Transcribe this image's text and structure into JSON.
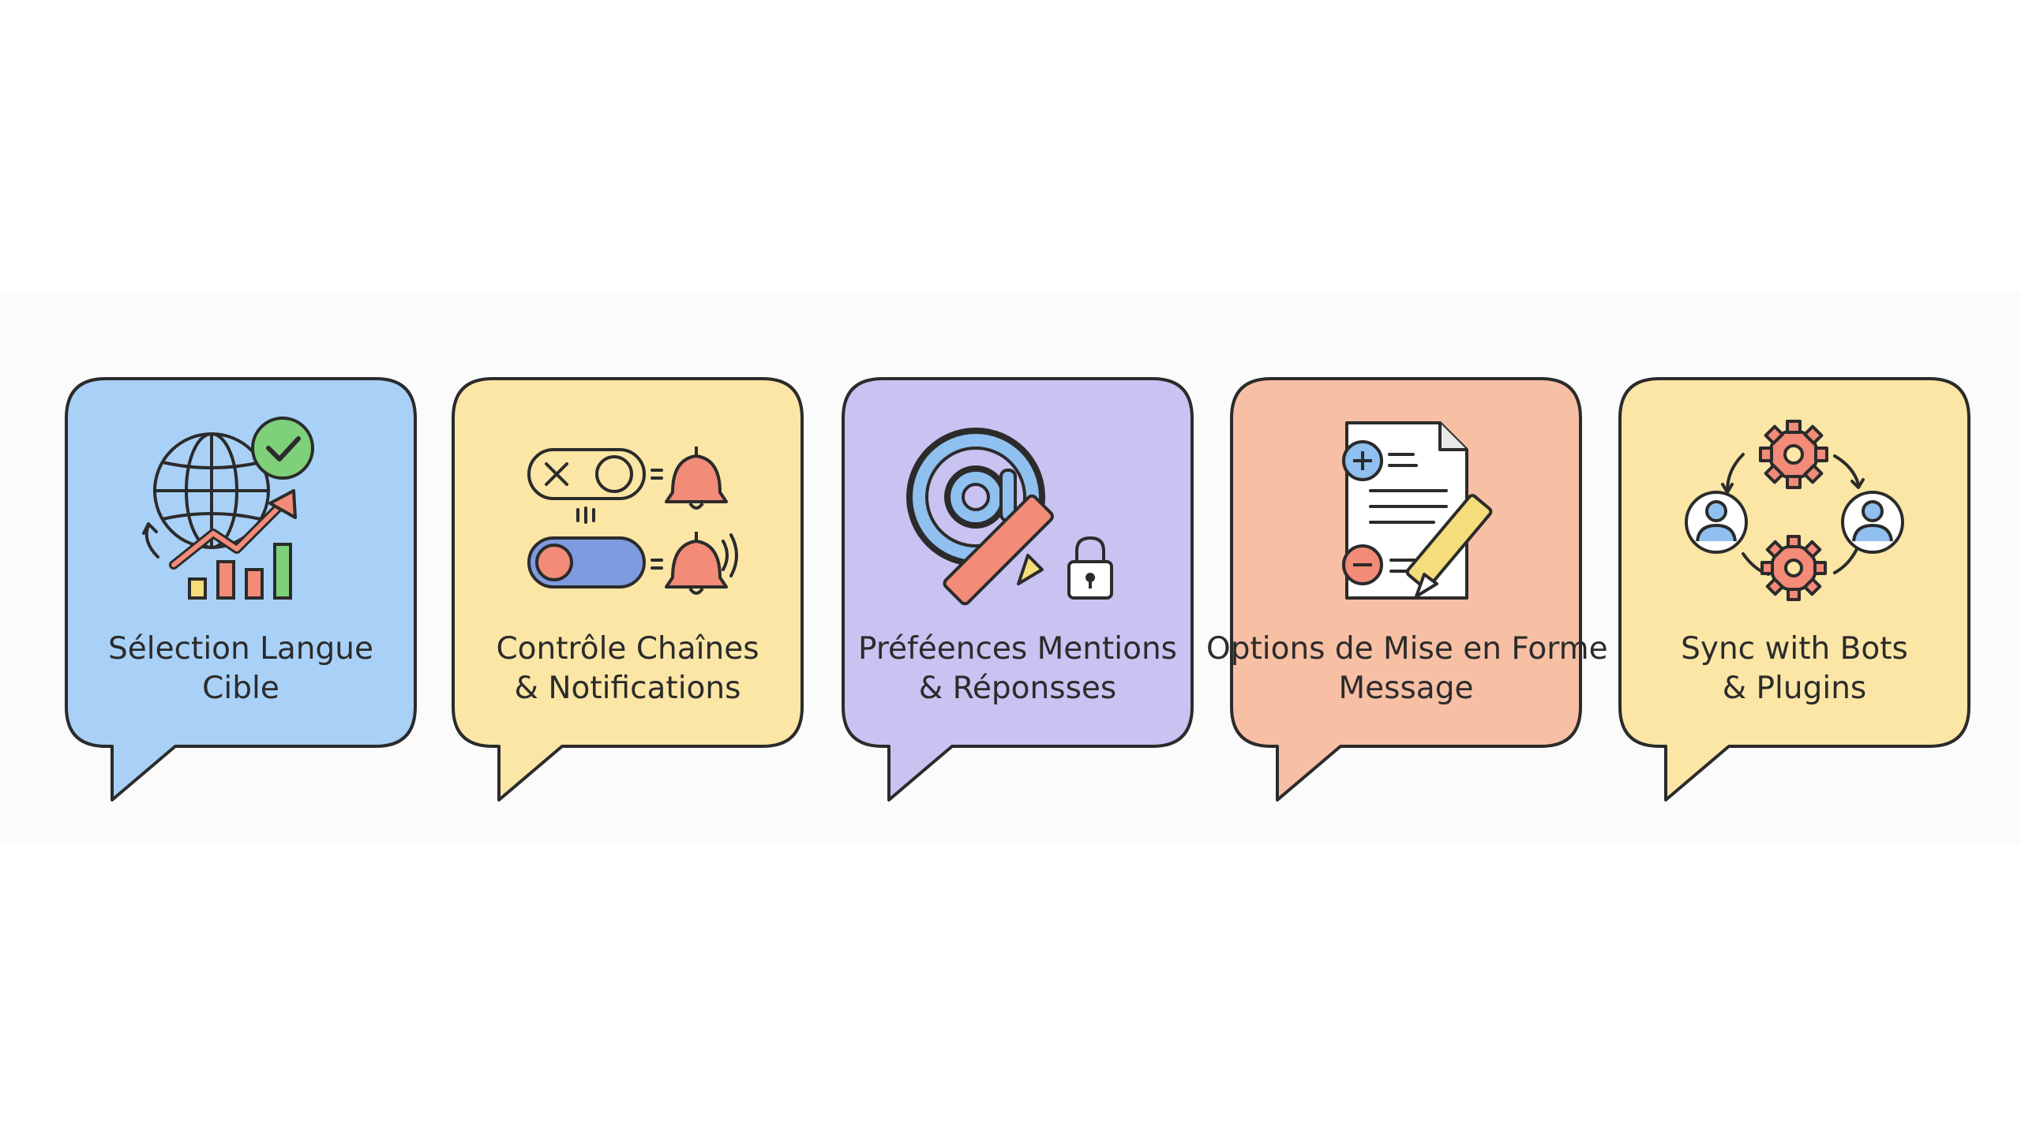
{
  "cards": [
    {
      "line1": "Sélection Langue",
      "line2": "Cible",
      "icon": "globe-growth-check-icon",
      "fill": "#a9d1f7"
    },
    {
      "line1": "Contrôle Chaînes",
      "line2": "& Notifications",
      "icon": "toggle-bell-icon",
      "fill": "#fbe6a6"
    },
    {
      "line1": "Préféences Mentions",
      "line2": "& Réponsses",
      "icon": "at-pencil-lock-icon",
      "fill": "#c9c3f2"
    },
    {
      "line1": "Options de Mise en Forme",
      "line2": "Message",
      "icon": "document-edit-icon",
      "fill": "#f7bfa4"
    },
    {
      "line1": "Sync with Bots",
      "line2": "& Plugins",
      "icon": "users-gears-sync-icon",
      "fill": "#fbe6a6"
    }
  ],
  "colors": {
    "stroke": "#2b2b2b",
    "accent_red": "#f28b78",
    "accent_green": "#7ed07a",
    "accent_blue": "#8fc0ef",
    "accent_yellow": "#f4dd7a"
  }
}
